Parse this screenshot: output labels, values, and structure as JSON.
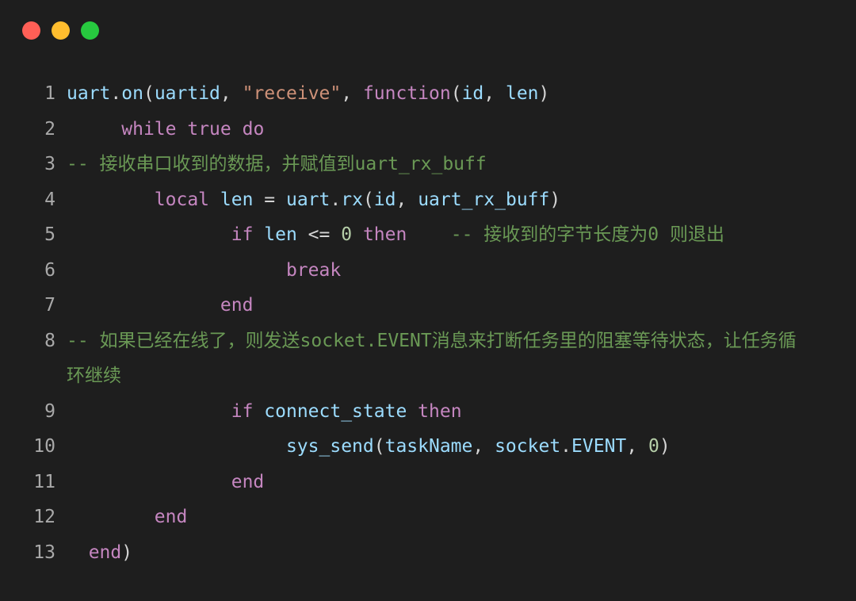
{
  "window": {
    "controls": [
      {
        "name": "close",
        "color": "#ff5f56"
      },
      {
        "name": "minimize",
        "color": "#ffbd2e"
      },
      {
        "name": "maximize",
        "color": "#27c93f"
      }
    ]
  },
  "colors": {
    "background": "#1e1e1e",
    "keyword": "#c586c0",
    "function": "#dcdcaa",
    "string": "#ce9178",
    "number": "#b5cea8",
    "comment": "#6a9955",
    "identifier": "#9cdcfe",
    "line_number": "#a9a9a9"
  },
  "code": {
    "lines": [
      {
        "num": "1",
        "t": [
          {
            "text": "uart",
            "c": "id"
          },
          {
            "text": ".",
            "c": "op"
          },
          {
            "text": "on",
            "c": "id"
          },
          {
            "text": "(",
            "c": "op"
          },
          {
            "text": "uartid",
            "c": "id"
          },
          {
            "text": ", ",
            "c": "op"
          },
          {
            "text": "\"receive\"",
            "c": "str"
          },
          {
            "text": ", ",
            "c": "op"
          },
          {
            "text": "function",
            "c": "kw"
          },
          {
            "text": "(",
            "c": "op"
          },
          {
            "text": "id",
            "c": "id"
          },
          {
            "text": ", ",
            "c": "op"
          },
          {
            "text": "len",
            "c": "id"
          },
          {
            "text": ")",
            "c": "op"
          }
        ]
      },
      {
        "num": "2",
        "t": [
          {
            "text": "     ",
            "c": "op"
          },
          {
            "text": "while",
            "c": "kw"
          },
          {
            "text": " ",
            "c": "op"
          },
          {
            "text": "true",
            "c": "kw"
          },
          {
            "text": " ",
            "c": "op"
          },
          {
            "text": "do",
            "c": "kw"
          }
        ]
      },
      {
        "num": "3",
        "t": [
          {
            "text": "-- 接收串口收到的数据，并赋值到uart_rx_buff",
            "c": "cm"
          }
        ]
      },
      {
        "num": "4",
        "t": [
          {
            "text": "        ",
            "c": "op"
          },
          {
            "text": "local",
            "c": "kw"
          },
          {
            "text": " ",
            "c": "op"
          },
          {
            "text": "len",
            "c": "id"
          },
          {
            "text": " = ",
            "c": "op"
          },
          {
            "text": "uart",
            "c": "id"
          },
          {
            "text": ".",
            "c": "op"
          },
          {
            "text": "rx",
            "c": "id"
          },
          {
            "text": "(",
            "c": "op"
          },
          {
            "text": "id",
            "c": "id"
          },
          {
            "text": ", ",
            "c": "op"
          },
          {
            "text": "uart_rx_buff",
            "c": "id"
          },
          {
            "text": ")",
            "c": "op"
          }
        ]
      },
      {
        "num": "5",
        "t": [
          {
            "text": "               ",
            "c": "op"
          },
          {
            "text": "if",
            "c": "kw"
          },
          {
            "text": " ",
            "c": "op"
          },
          {
            "text": "len",
            "c": "id"
          },
          {
            "text": " <= ",
            "c": "op"
          },
          {
            "text": "0",
            "c": "num"
          },
          {
            "text": " ",
            "c": "op"
          },
          {
            "text": "then",
            "c": "kw"
          },
          {
            "text": "    ",
            "c": "op"
          },
          {
            "text": "-- 接收到的字节长度为0 则退出",
            "c": "cm"
          }
        ]
      },
      {
        "num": "6",
        "t": [
          {
            "text": "                    ",
            "c": "op"
          },
          {
            "text": "break",
            "c": "kw"
          }
        ]
      },
      {
        "num": "7",
        "t": [
          {
            "text": "              ",
            "c": "op"
          },
          {
            "text": "end",
            "c": "kw"
          }
        ]
      },
      {
        "num": "8",
        "wrap": true,
        "t": [
          {
            "text": "-- 如果已经在线了，则发送socket.EVENT消息来打断任务里的阻塞等待状态，让任务循环继续",
            "c": "cm"
          }
        ]
      },
      {
        "num": "9",
        "t": [
          {
            "text": "               ",
            "c": "op"
          },
          {
            "text": "if",
            "c": "kw"
          },
          {
            "text": " ",
            "c": "op"
          },
          {
            "text": "connect_state",
            "c": "id"
          },
          {
            "text": " ",
            "c": "op"
          },
          {
            "text": "then",
            "c": "kw"
          }
        ]
      },
      {
        "num": "10",
        "t": [
          {
            "text": "                    ",
            "c": "op"
          },
          {
            "text": "sys_send",
            "c": "id"
          },
          {
            "text": "(",
            "c": "op"
          },
          {
            "text": "taskName",
            "c": "id"
          },
          {
            "text": ", ",
            "c": "op"
          },
          {
            "text": "socket",
            "c": "id"
          },
          {
            "text": ".",
            "c": "op"
          },
          {
            "text": "EVENT",
            "c": "id"
          },
          {
            "text": ", ",
            "c": "op"
          },
          {
            "text": "0",
            "c": "num"
          },
          {
            "text": ")",
            "c": "op"
          }
        ]
      },
      {
        "num": "11",
        "t": [
          {
            "text": "               ",
            "c": "op"
          },
          {
            "text": "end",
            "c": "kw"
          }
        ]
      },
      {
        "num": "12",
        "t": [
          {
            "text": "        ",
            "c": "op"
          },
          {
            "text": "end",
            "c": "kw"
          }
        ]
      },
      {
        "num": "13",
        "t": [
          {
            "text": "  ",
            "c": "op"
          },
          {
            "text": "end",
            "c": "kw"
          },
          {
            "text": ")",
            "c": "op"
          }
        ]
      }
    ]
  }
}
